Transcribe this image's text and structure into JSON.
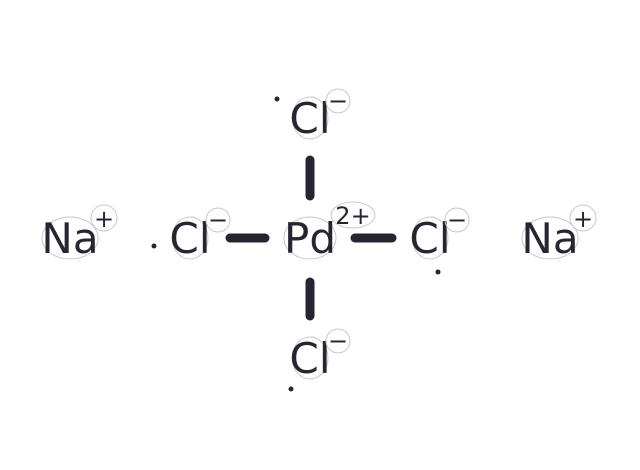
{
  "structure": {
    "atoms": {
      "na_left": {
        "symbol": "Na",
        "charge": "+"
      },
      "cl_left": {
        "symbol": "Cl",
        "charge": "−"
      },
      "pd_center": {
        "symbol": "Pd",
        "charge": "2+"
      },
      "cl_right": {
        "symbol": "Cl",
        "charge": "−"
      },
      "na_right": {
        "symbol": "Na",
        "charge": "+"
      },
      "cl_top": {
        "symbol": "Cl",
        "charge": "−"
      },
      "cl_bottom": {
        "symbol": "Cl",
        "charge": "−"
      }
    },
    "bonds": [
      {
        "from": "cl_left",
        "to": "pd_center"
      },
      {
        "from": "pd_center",
        "to": "cl_right"
      },
      {
        "from": "cl_top",
        "to": "pd_center"
      },
      {
        "from": "pd_center",
        "to": "cl_bottom"
      }
    ]
  },
  "colors": {
    "ink": "#262631",
    "highlight": "#c8c8cc",
    "background": "#ffffff"
  }
}
